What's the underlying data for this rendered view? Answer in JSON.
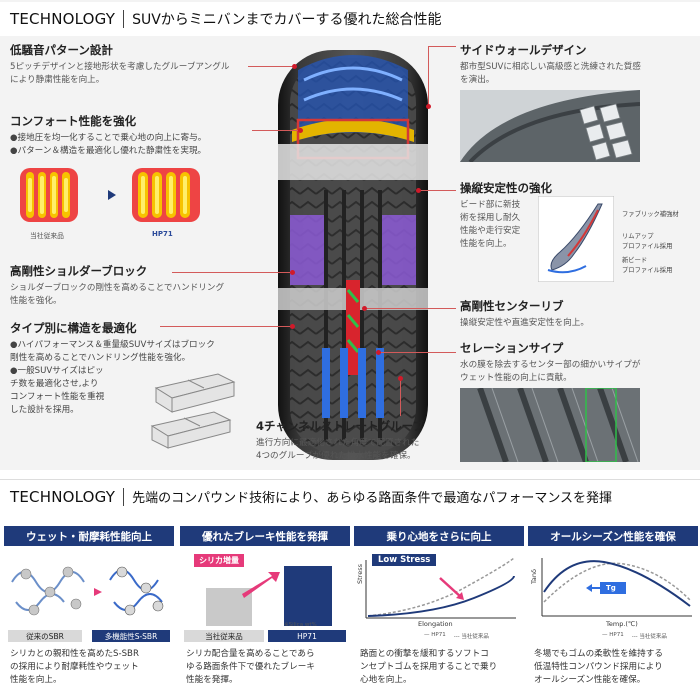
{
  "section1": {
    "header": {
      "label": "TECHNOLOGY",
      "title": "SUVからミニバンまでカバーする優れた総合性能"
    },
    "features": {
      "low_noise": {
        "title": "低騒音パターン設計",
        "desc": [
          "5ピッチデザインと接地形状を考慮したグルーブアングル",
          "により静粛性能を向上。"
        ]
      },
      "comfort": {
        "title": "コンフォート性能を強化",
        "bullets": [
          "●接地圧を均一化することで乗心地の向上に寄与。",
          "●パターン＆構造を最適化し優れた静粛性を実現。"
        ],
        "caption_left": "当社従来品",
        "caption_right": "HP71"
      },
      "shoulder": {
        "title": "高剛性ショルダーブロック",
        "desc": [
          "ショルダーブロックの剛性を高めることでハンドリング",
          "性能を強化。"
        ]
      },
      "structure": {
        "title": "タイプ別に構造を最適化",
        "bullets": [
          "●ハイパフォーマンス＆重量級SUVサイズはブロック",
          "剛性を高めることでハンドリング性能を強化。",
          "●一般SUVサイズはピッ",
          "チ数を最適化させ,より",
          "コンフォート性能を重視",
          "した設計を採用。"
        ]
      },
      "sidewall": {
        "title": "サイドウォールデザイン",
        "desc": [
          "都市型SUVに相応しい高級感と洗練された質感",
          "を演出。"
        ]
      },
      "stability": {
        "title": "操縦安定性の強化",
        "desc": [
          "ビード部に新技",
          "術を採用し耐久",
          "性能や走行安定",
          "性能を向上。"
        ],
        "labels": [
          "ファブリック補強材",
          "リムアップ",
          "プロファイル採用",
          "新ビード",
          "プロファイル採用"
        ]
      },
      "center_rib": {
        "title": "高剛性センターリブ",
        "desc": [
          "操縦安定性や直進安定性を向上。"
        ]
      },
      "serration": {
        "title": "セレーションサイプ",
        "desc": [
          "水の膜を除去するセンター部の細かいサイプが",
          "ウェット性能の向上に貢献。"
        ]
      },
      "groove": {
        "title": "4チャンネルストレートグルーブ",
        "desc": [
          "進行方向に最適化された角度で配置された",
          "4つのグループが優れた排水性能を確保。"
        ]
      }
    }
  },
  "section2": {
    "header": {
      "label": "TECHNOLOGY",
      "title": "先端のコンパウンド技術により、あらゆる路面条件で最適なパフォーマンスを発揮"
    },
    "panels": [
      {
        "title": "ウェット・耐摩耗性能向上",
        "tag_left": "従来のSBR",
        "tag_right": "多機能性S-SBR",
        "desc": [
          "シリカとの親和性を高めたS-SBR",
          "の採用により耐摩耗性やウェット",
          "性能を向上。"
        ]
      },
      {
        "title": "優れたブレーキ性能を発揮",
        "badge": "シリカ増量",
        "silica_note": "※Silica wt%",
        "tag_left": "当社従来品",
        "tag_right": "HP71",
        "desc": [
          "シリカ配合量を高めることであら",
          "ゆる路面条件下で優れたブレーキ",
          "性能を発揮。"
        ]
      },
      {
        "title": "乗り心地をさらに向上",
        "badge": "Low Stress",
        "ylabel": "Stress",
        "xlabel": "Elongation",
        "legend": [
          "HP71",
          "当社従来品"
        ],
        "desc": [
          "路面との衝撃を緩和するソフトコ",
          "ンセプトゴムを採用することで乗り",
          "心地を向上。"
        ]
      },
      {
        "title": "オールシーズン性能を確保",
        "ylabel": "Tanδ",
        "xlabel": "Temp.(℃)",
        "marker": "Tg",
        "legend": [
          "HP71",
          "当社従来品"
        ],
        "desc": [
          "冬場でもゴムの柔軟性を維持する",
          "低温特性コンパウンド採用により",
          "オールシーズン性能を確保。"
        ]
      }
    ]
  }
}
